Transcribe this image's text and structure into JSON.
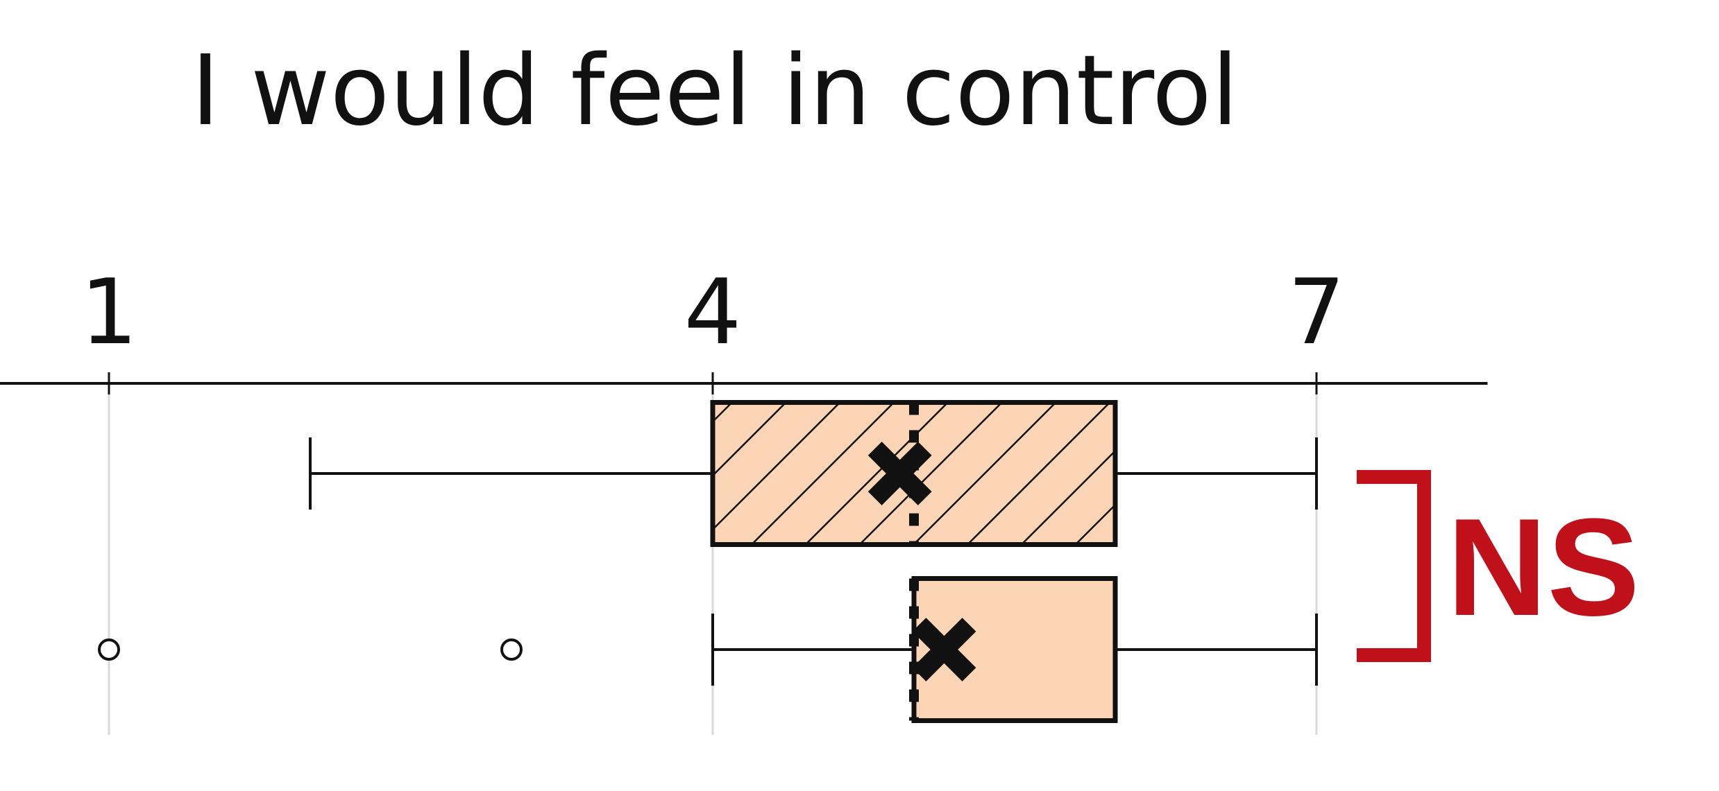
{
  "chart_data": {
    "type": "boxplot",
    "title": "I would feel in control",
    "xlabel": "",
    "ylabel": "",
    "xlim": [
      0.2,
      7.85
    ],
    "ticks": [
      "1",
      "4",
      "7"
    ],
    "tick_values": [
      1,
      4,
      7
    ],
    "grid": true,
    "series": [
      {
        "hatched": true,
        "whisker_low": 2,
        "q1": 4,
        "median": 5,
        "q3": 6,
        "whisker_high": 7,
        "mean": 4.93,
        "outliers": []
      },
      {
        "hatched": false,
        "whisker_low": 4,
        "q1": 5,
        "median": 5,
        "q3": 6,
        "whisker_high": 7,
        "mean": 5.15,
        "outliers": [
          1,
          3
        ]
      }
    ],
    "annotation": {
      "text": "NS",
      "color": "#c0101a"
    },
    "box_color": "#fbd5b5"
  }
}
